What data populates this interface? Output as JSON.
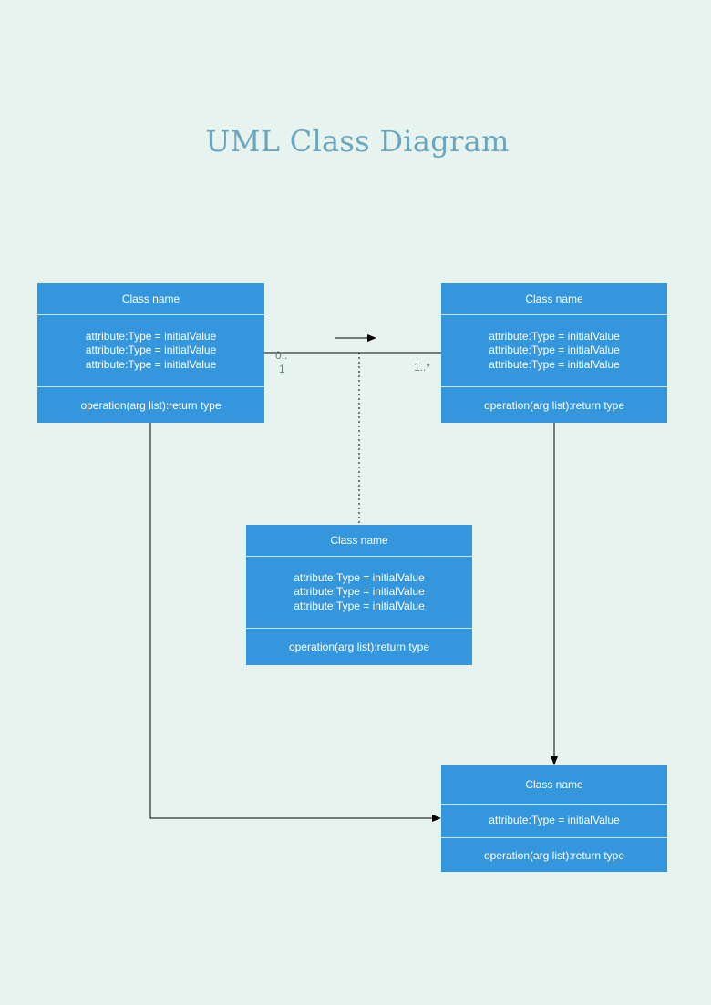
{
  "title": "UML Class Diagram",
  "classes": {
    "top_left": {
      "name": "Class name",
      "attributes": [
        "attribute:Type = initialValue",
        "attribute:Type = initialValue",
        "attribute:Type = initialValue"
      ],
      "operation": "operation(arg list):return type"
    },
    "top_right": {
      "name": "Class name",
      "attributes": [
        "attribute:Type = initialValue",
        "attribute:Type = initialValue",
        "attribute:Type = initialValue"
      ],
      "operation": "operation(arg list):return type"
    },
    "association_class": {
      "name": "Class name",
      "attributes": [
        "attribute:Type = initialValue",
        "attribute:Type = initialValue",
        "attribute:Type = initialValue"
      ],
      "operation": "operation(arg list):return type"
    },
    "bottom_right": {
      "name": "Class name",
      "attributes": [
        "attribute:Type = initialValue"
      ],
      "operation": "operation(arg list):return type"
    }
  },
  "multiplicity": {
    "left_line1": "0..",
    "left_line2": "1",
    "right": "1..*"
  },
  "colors": {
    "background": "#e6f3ef",
    "class_fill": "#3497dd",
    "title": "#6aa6be",
    "line": "#000000"
  }
}
